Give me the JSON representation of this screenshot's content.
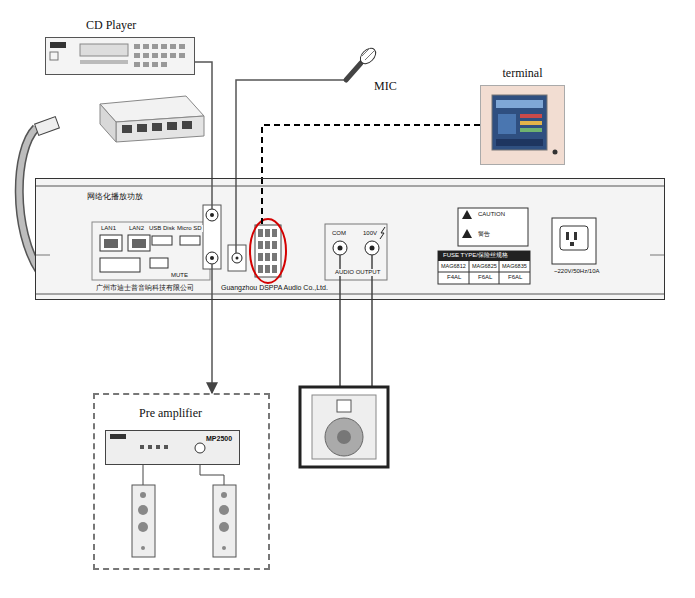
{
  "diagram": {
    "nodes": [
      {
        "text": [
          "CD Player"
        ]
      },
      {
        "text": [
          "MIC"
        ]
      },
      {
        "text": [
          "terminal"
        ]
      },
      {
        "text": [
          "网络化播放功放"
        ]
      },
      {
        "text": [
          "Pre amplifier"
        ]
      },
      {
        "text": [
          "MP2500"
        ],
        "in": 4
      }
    ],
    "edges": [
      {
        "from": 0,
        "to": 3,
        "arrow": "none"
      },
      {
        "from": 1,
        "to": 3,
        "arrow": "none"
      },
      {
        "from": 2,
        "to": 3,
        "arrow": "none"
      },
      {
        "from": 3,
        "to": 4,
        "arrow": "to"
      }
    ],
    "labels": [
      "LAN1",
      "LAN2",
      "USB Disk",
      "Micro SD",
      "MUTE",
      "广州市迪士普音响科技有限公司",
      "Guangzhou DSPPA Audio Co.,Ltd.",
      "COM",
      "100V",
      "AUDIO OUTPUT",
      "CAUTION",
      "警告",
      "FUSE TYPE/保险丝规格",
      "MAG6812",
      "MAG6825",
      "MAG6835",
      "F4AL",
      "F6AL",
      "F6AL",
      "~220V/50Hz/10A"
    ]
  }
}
